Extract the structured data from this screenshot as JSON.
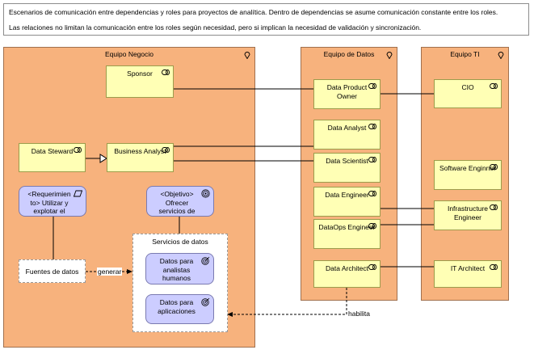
{
  "note": {
    "line1": "Escenarios de comunicación entre dependencias y roles para proyectos de analítica. Dentro de dependencias se asume comunicación constante entre los roles.",
    "line2": "Las relaciones no limitan la comunicación entre los roles según necesidad, pero si implican la necesidad de validación y sincronización."
  },
  "groups": {
    "negocio": "Equipo Negocio",
    "datos": "Equipo de Datos",
    "ti": "Equipo TI"
  },
  "roles": {
    "sponsor": "Sponsor",
    "data_steward": "Data Steward",
    "business_analyst": "Business Analyst",
    "data_product_owner": "Data Product Owner",
    "data_analyst": "Data Analyst",
    "data_scientist": "Data Scientist",
    "data_engineer": "Data Engineer",
    "dataops_engineer": "DataOps Engineer",
    "data_architect": "Data Architect",
    "cio": "CIO",
    "software_engineer": "Software Enginner",
    "infrastructure_engineer": "Infrastructure Engineer",
    "it_architect": "IT Architect"
  },
  "motivation": {
    "requerimiento": "<Requerimien to> Utilizar y explotar el",
    "objetivo": "<Objetivo> Ofrecer servicios de",
    "datos_analistas": "Datos para analistas humanos",
    "datos_aplicaciones": "Datos para aplicaciones"
  },
  "fuentes": "Fuentes de datos",
  "servicios_title": "Servicios de datos",
  "edge_labels": {
    "generar": "generar",
    "habilita": "habilita"
  },
  "colors": {
    "group_fill": "#f7b27d",
    "role_fill": "#ffffb5",
    "motivation_fill": "#cccdff"
  }
}
